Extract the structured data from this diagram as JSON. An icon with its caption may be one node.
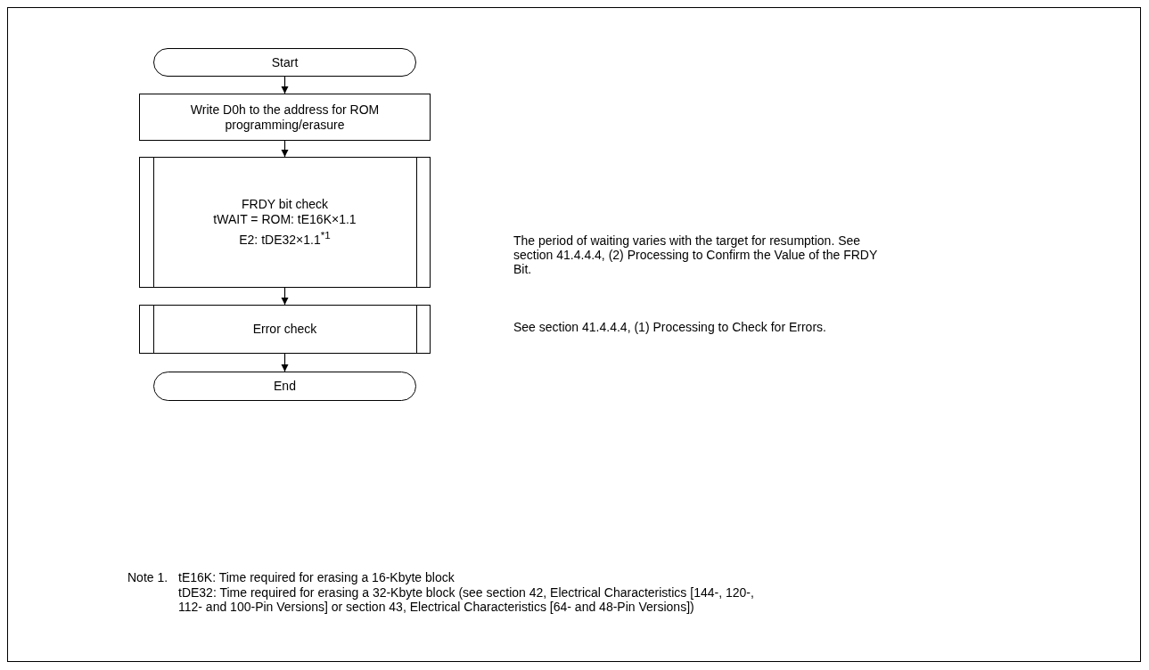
{
  "diagram": {
    "nodes": [
      {
        "text": [
          "Start"
        ]
      },
      {
        "text": [
          "Write D0h to the address for ROM programming/erasure"
        ]
      },
      {
        "text": [
          "FRDY bit check",
          "tWAIT = ROM: tE16K×1.1",
          "E2: tDE32×1.1$^{*1}$"
        ]
      },
      {
        "text": [
          "Error check"
        ]
      },
      {
        "text": [
          "End"
        ]
      }
    ],
    "edges": [
      {
        "from": 0,
        "to": 1,
        "arrow": "to"
      },
      {
        "from": 1,
        "to": 2,
        "arrow": "to"
      },
      {
        "from": 2,
        "to": 3,
        "arrow": "to"
      },
      {
        "from": 3,
        "to": 4,
        "arrow": "to"
      }
    ],
    "labels": [
      "The period of waiting varies with the target for resumption. See section 41.4.4.4, (2) Processing to Confirm the Value of the FRDY Bit.",
      "See section 41.4.4.4, (1) Processing to Check for Errors.",
      "Note 1.",
      "tE16K: Time required for erasing a 16-Kbyte block",
      "tDE32: Time required for erasing a 32-Kbyte block (see section 42, Electrical Characteristics [144-, 120-, 112- and 100-Pin Versions] or section 43, Electrical Characteristics [64- and 48-Pin Versions])"
    ]
  }
}
